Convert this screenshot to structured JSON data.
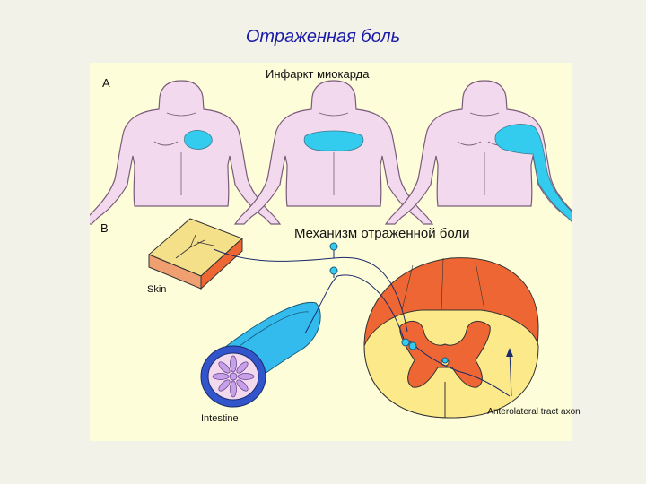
{
  "slide": {
    "title": "Отраженная боль"
  },
  "panel_a": {
    "letter": "A",
    "title": "Инфаркт миокарда"
  },
  "panel_b": {
    "letter": "B",
    "title": "Механизм отраженной боли",
    "skin_label": "Skin",
    "intestine_label": "Intestine",
    "tract_label": "Anterolateral tract axon"
  },
  "colors": {
    "background": "#f3f2e8",
    "panel": "#fdfdd9",
    "body": "#f3d9ee",
    "pain_area": "#33ccee",
    "skin": "#f5e08a",
    "intestine": "#33bbee",
    "spinal_outer": "#ee6633",
    "spinal_inner": "#fce98a",
    "title": "#1a1aa8"
  }
}
